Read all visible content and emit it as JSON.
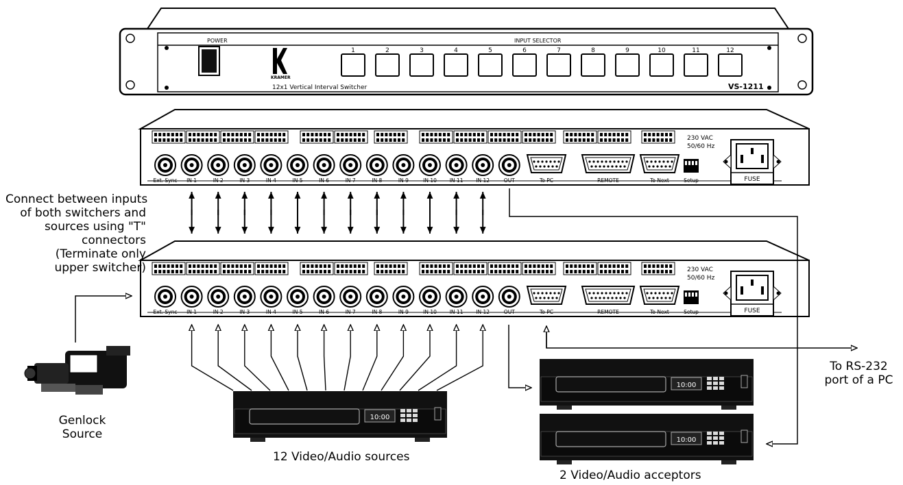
{
  "front_panel": {
    "power_label": "POWER",
    "brand": "KRAMER",
    "model_caption": "12x1 Vertical Interval Switcher",
    "model": "VS-1211",
    "input_selector_label": "INPUT SELECTOR",
    "selector_buttons": [
      "1",
      "2",
      "3",
      "4",
      "5",
      "6",
      "7",
      "8",
      "9",
      "10",
      "11",
      "12"
    ]
  },
  "rear_panel": {
    "bnc_labels": [
      "Ext. Sync",
      "IN 1",
      "IN 2",
      "IN 3",
      "IN 4",
      "IN 5",
      "IN 6",
      "IN 7",
      "IN 8",
      "IN 9",
      "IN 10",
      "IN 11",
      "IN 12",
      "OUT"
    ],
    "port_labels": [
      "To PC",
      "REMOTE",
      "To Next",
      "Setup"
    ],
    "voltage": "230 VAC",
    "frequency": "50/60 Hz",
    "fuse": "FUSE"
  },
  "annotations": {
    "connect_note": [
      "Connect between inputs",
      "of both switchers and",
      "sources using \"T\"",
      "connectors",
      "(Terminate only",
      "upper switcher)"
    ],
    "genlock": [
      "Genlock",
      "Source"
    ],
    "sources": "12 Video/Audio sources",
    "acceptors": "2 Video/Audio acceptors",
    "rs232": [
      "To RS-232",
      "port of a PC"
    ]
  },
  "vcr_display": "10:00",
  "icons": [
    "camcorder-icon",
    "vcr-icon"
  ]
}
